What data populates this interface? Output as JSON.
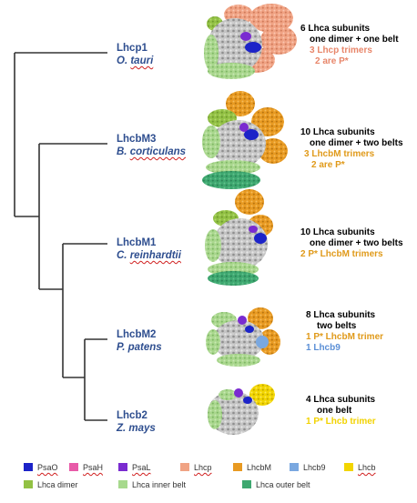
{
  "species": [
    {
      "protein": "Lhcp1",
      "organism": "O. tauri",
      "organism_plain": "O. ",
      "organism_squiggle": "tauri"
    },
    {
      "protein": "LhcbM3",
      "organism": "B. corticulans",
      "organism_plain": "B. ",
      "organism_squiggle": "corticulans"
    },
    {
      "protein": "LhcbM1",
      "organism": "C. reinhardtii",
      "organism_plain": "C. ",
      "organism_squiggle": "reinhardtii"
    },
    {
      "protein": "LhcbM2",
      "organism": "P. patens",
      "organism_plain": "P. patens",
      "organism_squiggle": ""
    },
    {
      "protein": "Lhcb2",
      "organism": "Z. mays",
      "organism_plain": "Z. mays",
      "organism_squiggle": ""
    }
  ],
  "descriptions": [
    {
      "line1": "6 Lhca subunits",
      "line2": "one dimer + one belt",
      "line3": "3 Lhcp trimers",
      "line4": "2 are P*"
    },
    {
      "line1": "10 Lhca subunits",
      "line2": "one dimer + two belts",
      "line3": "3 LhcbM trimers",
      "line4": "2 are P*"
    },
    {
      "line1": "10 Lhca subunits",
      "line2": "one dimer + two belts",
      "line3": "2 P* LhcbM trimers"
    },
    {
      "line1": "8 Lhca subunits",
      "line2": "two belts",
      "line3": "1 P* LhcbM trimer",
      "line4": "1 Lhcb9"
    },
    {
      "line1": "4 Lhca subunits",
      "line2": "one belt",
      "line3": "1 P* Lhcb trimer"
    }
  ],
  "legend": [
    {
      "label": "PsaO",
      "color": "#1c23c8"
    },
    {
      "label": "PsaH",
      "color": "#e85aa8"
    },
    {
      "label": "PsaL",
      "color": "#7a2bd0"
    },
    {
      "label": "Lhcp",
      "color": "#f0a384"
    },
    {
      "label": "LhcbM",
      "color": "#e89a22"
    },
    {
      "label": "Lhcb9",
      "color": "#7aa8e0"
    },
    {
      "label": "Lhcb",
      "color": "#f2d500"
    },
    {
      "label": "Lhca dimer",
      "color": "#92c144"
    },
    {
      "label": "Lhca inner belt",
      "color": "#a7d98d"
    },
    {
      "label": "Lhca outer belt",
      "color": "#3ea870"
    }
  ],
  "colors": {
    "species_text": "#2e4e8f",
    "black_text": "#000000",
    "lhcp_text": "#e8866a",
    "lhcbm_text": "#e09a1a",
    "lhcb9_text": "#5b8fd6",
    "lhcb_text": "#f2d200",
    "core_gray": "#bdbdbd",
    "tree_line": "#333333"
  }
}
